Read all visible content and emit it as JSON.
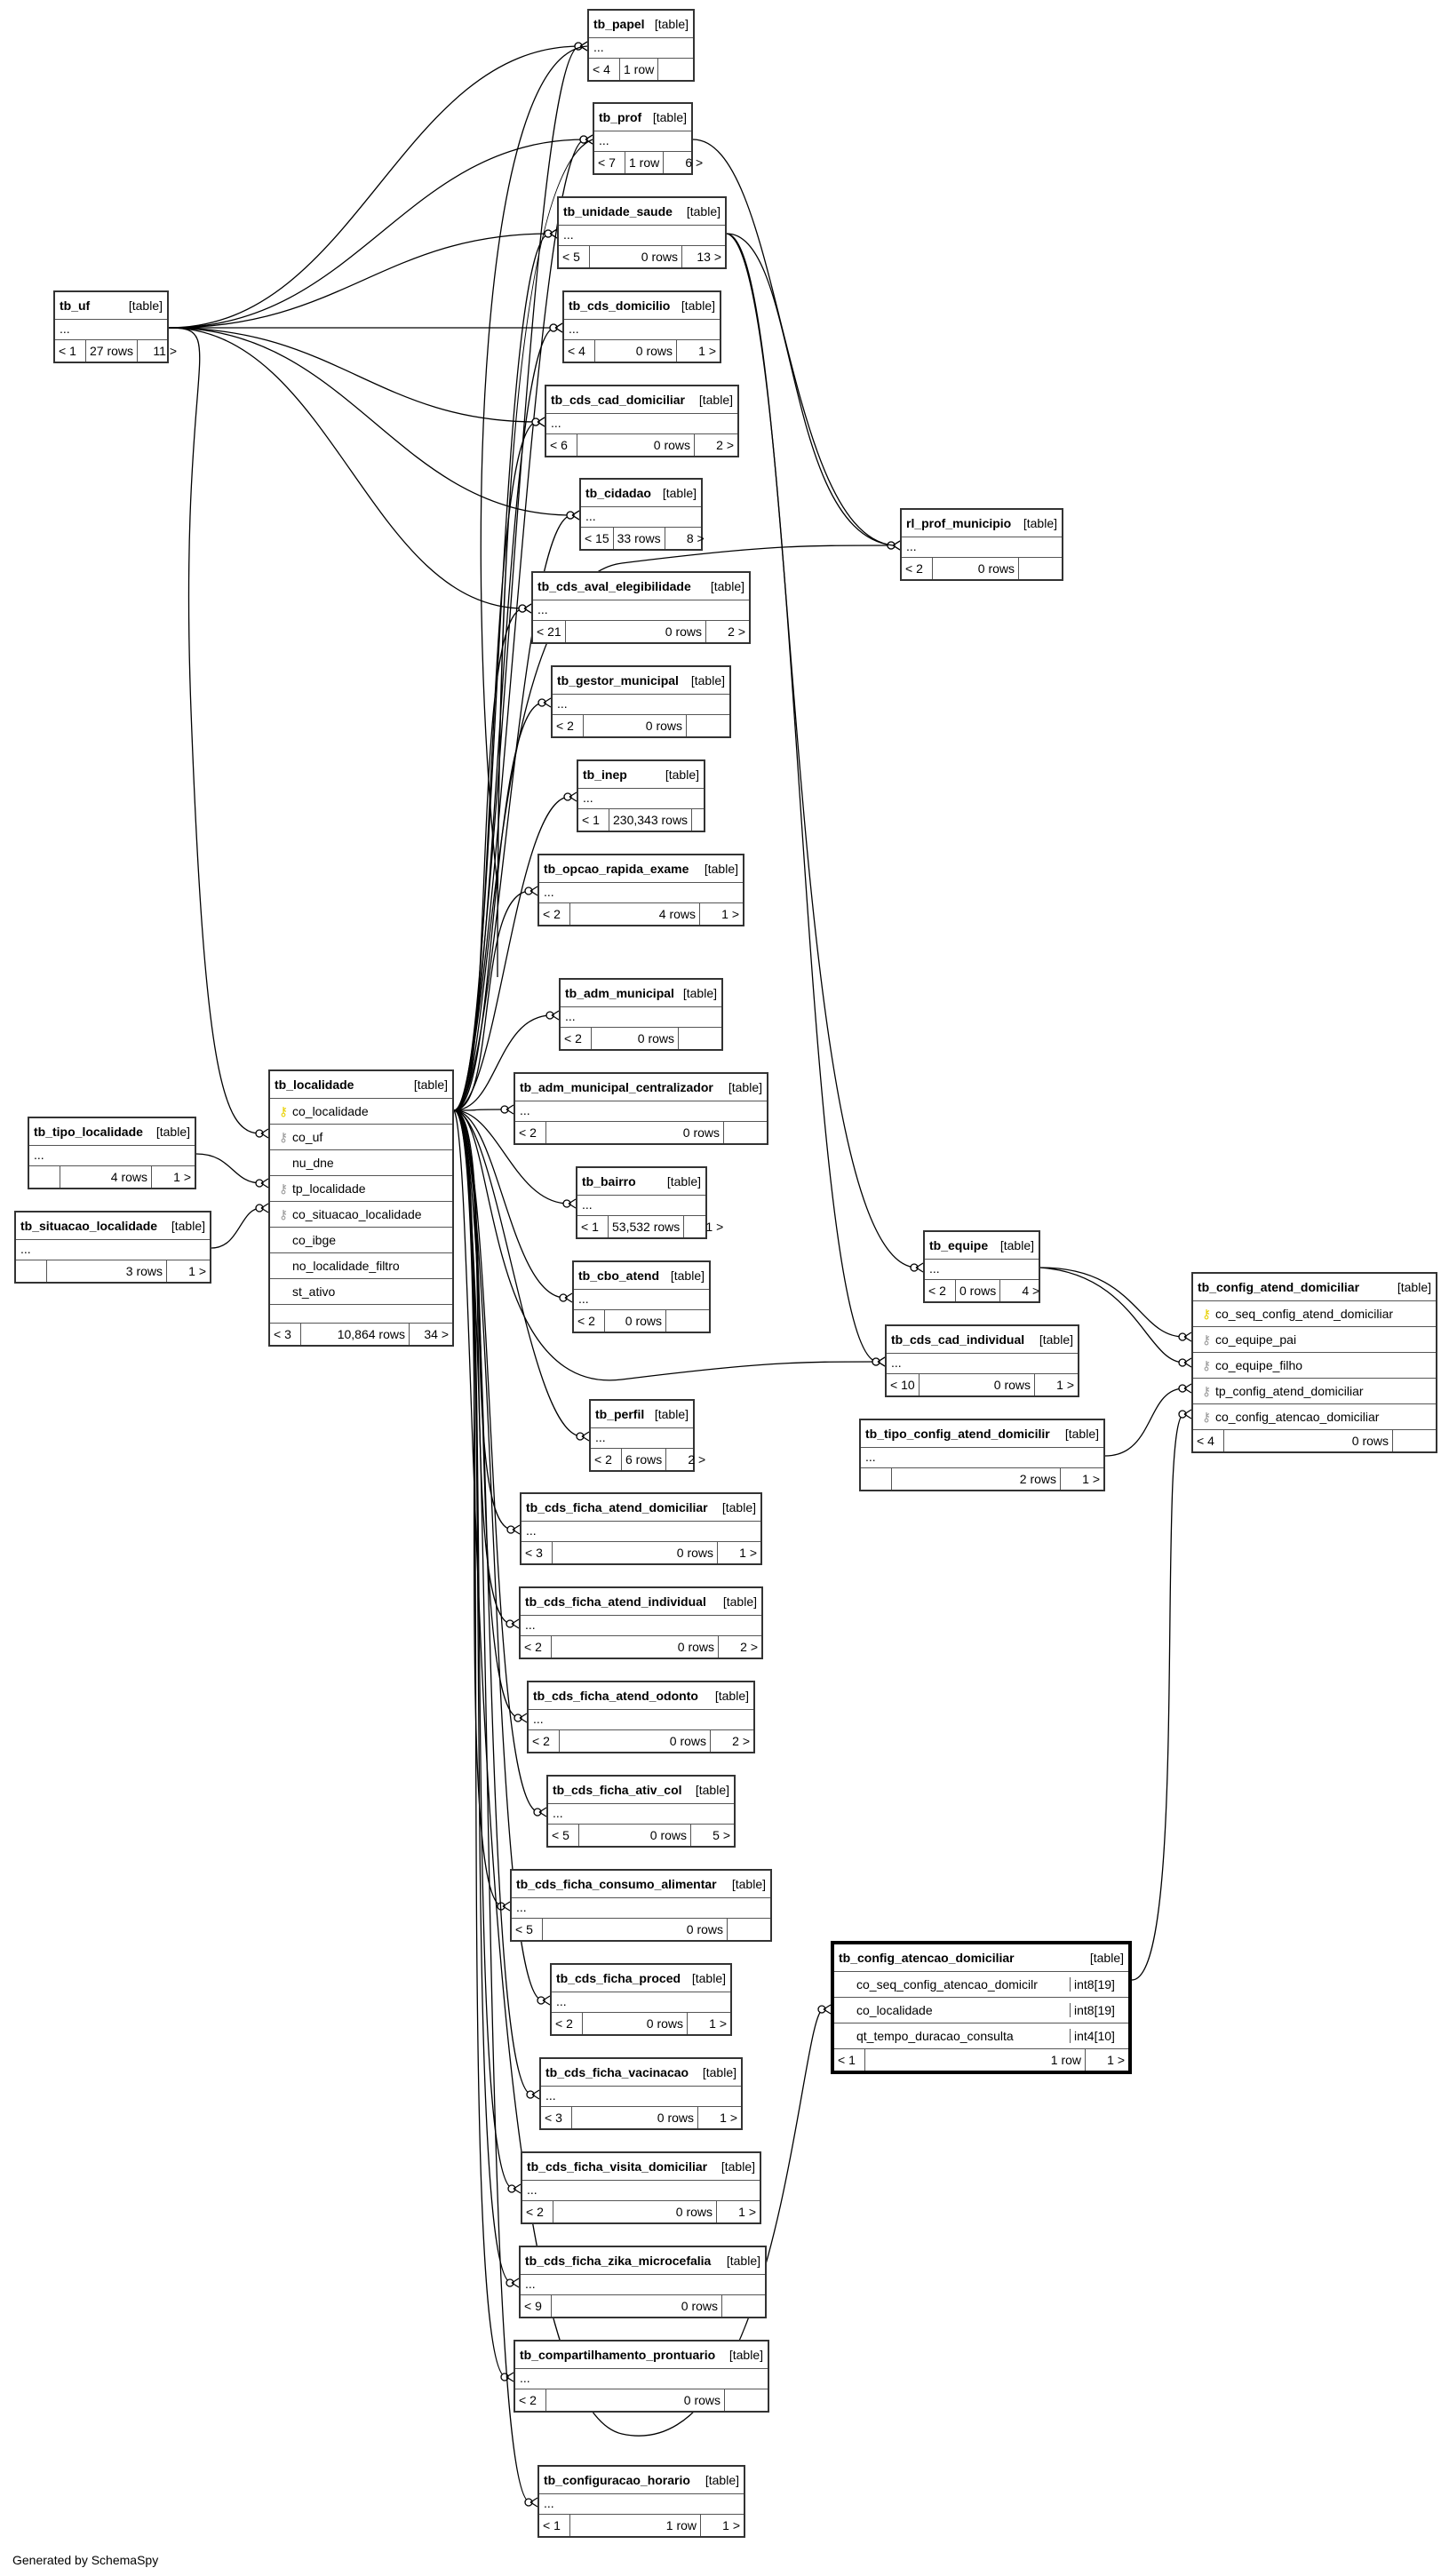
{
  "footer": {
    "generated_by": "Generated by SchemaSpy"
  },
  "table_kind_label": "[table]",
  "pk_icon": "key-icon-gold",
  "fk_icon": "key-icon-gray",
  "tables": [
    {
      "id": "tb_papel",
      "name": "tb_papel",
      "ellipsis": "...",
      "parents": "< 4",
      "rows": "1 row",
      "children": ""
    },
    {
      "id": "tb_prof",
      "name": "tb_prof",
      "ellipsis": "...",
      "parents": "< 7",
      "rows": "1 row",
      "children": "6 >"
    },
    {
      "id": "tb_unidade_saude",
      "name": "tb_unidade_saude",
      "ellipsis": "...",
      "parents": "< 5",
      "rows": "0 rows",
      "children": "13 >"
    },
    {
      "id": "tb_uf",
      "name": "tb_uf",
      "ellipsis": "...",
      "parents": "< 1",
      "rows": "27 rows",
      "children": "11 >"
    },
    {
      "id": "tb_cds_domicilio",
      "name": "tb_cds_domicilio",
      "ellipsis": "...",
      "parents": "< 4",
      "rows": "0 rows",
      "children": "1 >"
    },
    {
      "id": "tb_cds_cad_domiciliar",
      "name": "tb_cds_cad_domiciliar",
      "ellipsis": "...",
      "parents": "< 6",
      "rows": "0 rows",
      "children": "2 >"
    },
    {
      "id": "tb_cidadao",
      "name": "tb_cidadao",
      "ellipsis": "...",
      "parents": "< 15",
      "rows": "33 rows",
      "children": "8 >"
    },
    {
      "id": "rl_prof_municipio",
      "name": "rl_prof_municipio",
      "ellipsis": "...",
      "parents": "< 2",
      "rows": "0 rows",
      "children": ""
    },
    {
      "id": "tb_cds_aval_elegibilidade",
      "name": "tb_cds_aval_elegibilidade",
      "ellipsis": "...",
      "parents": "< 21",
      "rows": "0 rows",
      "children": "2 >"
    },
    {
      "id": "tb_gestor_municipal",
      "name": "tb_gestor_municipal",
      "ellipsis": "...",
      "parents": "< 2",
      "rows": "0 rows",
      "children": ""
    },
    {
      "id": "tb_inep",
      "name": "tb_inep",
      "ellipsis": "...",
      "parents": "< 1",
      "rows": "230,343 rows",
      "children": ""
    },
    {
      "id": "tb_opcao_rapida_exame",
      "name": "tb_opcao_rapida_exame",
      "ellipsis": "...",
      "parents": "< 2",
      "rows": "4 rows",
      "children": "1 >"
    },
    {
      "id": "tb_adm_municipal",
      "name": "tb_adm_municipal",
      "ellipsis": "...",
      "parents": "< 2",
      "rows": "0 rows",
      "children": ""
    },
    {
      "id": "tb_adm_municipal_centralizador",
      "name": "tb_adm_municipal_centralizador",
      "ellipsis": "...",
      "parents": "< 2",
      "rows": "0 rows",
      "children": ""
    },
    {
      "id": "tb_tipo_localidade",
      "name": "tb_tipo_localidade",
      "ellipsis": "...",
      "parents": "",
      "rows": "4 rows",
      "children": "1 >"
    },
    {
      "id": "tb_situacao_localidade",
      "name": "tb_situacao_localidade",
      "ellipsis": "...",
      "parents": "",
      "rows": "3 rows",
      "children": "1 >"
    },
    {
      "id": "tb_bairro",
      "name": "tb_bairro",
      "ellipsis": "...",
      "parents": "< 1",
      "rows": "53,532 rows",
      "children": "1 >"
    },
    {
      "id": "tb_equipe",
      "name": "tb_equipe",
      "ellipsis": "...",
      "parents": "< 2",
      "rows": "0 rows",
      "children": "4 >"
    },
    {
      "id": "tb_cbo_atend",
      "name": "tb_cbo_atend",
      "ellipsis": "...",
      "parents": "< 2",
      "rows": "0 rows",
      "children": ""
    },
    {
      "id": "tb_cds_cad_individual",
      "name": "tb_cds_cad_individual",
      "ellipsis": "...",
      "parents": "< 10",
      "rows": "0 rows",
      "children": "1 >"
    },
    {
      "id": "tb_perfil",
      "name": "tb_perfil",
      "ellipsis": "...",
      "parents": "< 2",
      "rows": "6 rows",
      "children": "2 >"
    },
    {
      "id": "tb_tipo_config_atend_domicilir",
      "name": "tb_tipo_config_atend_domicilir",
      "ellipsis": "...",
      "parents": "",
      "rows": "2 rows",
      "children": "1 >"
    },
    {
      "id": "tb_cds_ficha_atend_domiciliar",
      "name": "tb_cds_ficha_atend_domiciliar",
      "ellipsis": "...",
      "parents": "< 3",
      "rows": "0 rows",
      "children": "1 >"
    },
    {
      "id": "tb_cds_ficha_atend_individual",
      "name": "tb_cds_ficha_atend_individual",
      "ellipsis": "...",
      "parents": "< 2",
      "rows": "0 rows",
      "children": "2 >"
    },
    {
      "id": "tb_cds_ficha_atend_odonto",
      "name": "tb_cds_ficha_atend_odonto",
      "ellipsis": "...",
      "parents": "< 2",
      "rows": "0 rows",
      "children": "2 >"
    },
    {
      "id": "tb_cds_ficha_ativ_col",
      "name": "tb_cds_ficha_ativ_col",
      "ellipsis": "...",
      "parents": "< 5",
      "rows": "0 rows",
      "children": "5 >"
    },
    {
      "id": "tb_cds_ficha_consumo_alimentar",
      "name": "tb_cds_ficha_consumo_alimentar",
      "ellipsis": "...",
      "parents": "< 5",
      "rows": "0 rows",
      "children": ""
    },
    {
      "id": "tb_cds_ficha_proced",
      "name": "tb_cds_ficha_proced",
      "ellipsis": "...",
      "parents": "< 2",
      "rows": "0 rows",
      "children": "1 >"
    },
    {
      "id": "tb_cds_ficha_vacinacao",
      "name": "tb_cds_ficha_vacinacao",
      "ellipsis": "...",
      "parents": "< 3",
      "rows": "0 rows",
      "children": "1 >"
    },
    {
      "id": "tb_cds_ficha_visita_domiciliar",
      "name": "tb_cds_ficha_visita_domiciliar",
      "ellipsis": "...",
      "parents": "< 2",
      "rows": "0 rows",
      "children": "1 >"
    },
    {
      "id": "tb_cds_ficha_zika_microcefalia",
      "name": "tb_cds_ficha_zika_microcefalia",
      "ellipsis": "...",
      "parents": "< 9",
      "rows": "0 rows",
      "children": ""
    },
    {
      "id": "tb_compartilhamento_prontuario",
      "name": "tb_compartilhamento_prontuario",
      "ellipsis": "...",
      "parents": "< 2",
      "rows": "0 rows",
      "children": ""
    },
    {
      "id": "tb_configuracao_horario",
      "name": "tb_configuracao_horario",
      "ellipsis": "...",
      "parents": "< 1",
      "rows": "1 row",
      "children": "1 >"
    }
  ],
  "tb_localidade": {
    "name": "tb_localidade",
    "columns": [
      {
        "name": "co_localidade",
        "key": "pk"
      },
      {
        "name": "co_uf",
        "key": "fk"
      },
      {
        "name": "nu_dne",
        "key": ""
      },
      {
        "name": "tp_localidade",
        "key": "fk"
      },
      {
        "name": "co_situacao_localidade",
        "key": "fk"
      },
      {
        "name": "co_ibge",
        "key": ""
      },
      {
        "name": "no_localidade_filtro",
        "key": ""
      },
      {
        "name": "st_ativo",
        "key": ""
      }
    ],
    "parents": "< 3",
    "rows": "10,864 rows",
    "children": "34 >"
  },
  "tb_config_atend_domiciliar": {
    "name": "tb_config_atend_domiciliar",
    "columns": [
      {
        "name": "co_seq_config_atend_domiciliar",
        "key": "pk"
      },
      {
        "name": "co_equipe_pai",
        "key": "fk"
      },
      {
        "name": "co_equipe_filho",
        "key": "fk"
      },
      {
        "name": "tp_config_atend_domiciliar",
        "key": "fk"
      },
      {
        "name": "co_config_atencao_domiciliar",
        "key": "fk"
      }
    ],
    "parents": "< 4",
    "rows": "0 rows",
    "children": ""
  },
  "tb_config_atencao_domiciliar": {
    "name": "tb_config_atencao_domiciliar",
    "columns": [
      {
        "name": "co_seq_config_atencao_domicilr",
        "type": "int8[19]"
      },
      {
        "name": "co_localidade",
        "type": "int8[19]"
      },
      {
        "name": "qt_tempo_duracao_consulta",
        "type": "int4[10]"
      }
    ],
    "parents": "< 1",
    "rows": "1 row",
    "children": "1 >"
  }
}
